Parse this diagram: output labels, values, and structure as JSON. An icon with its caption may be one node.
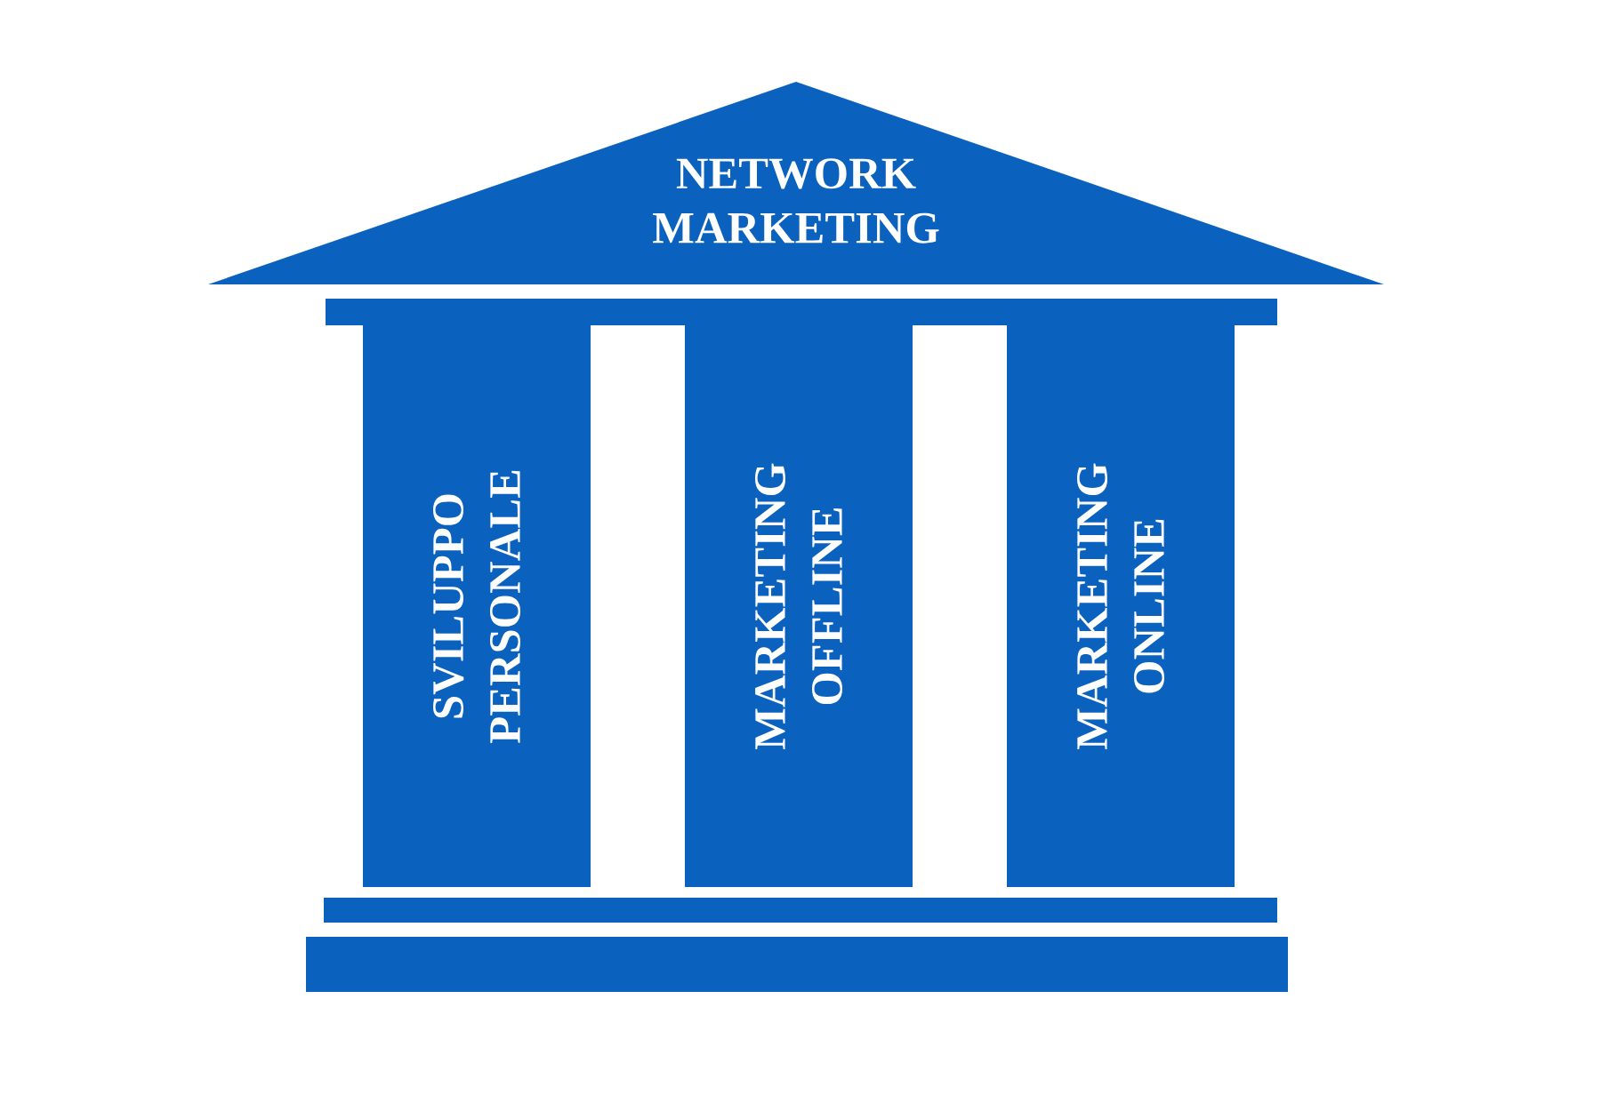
{
  "diagram": {
    "nodes": [
      {
        "text": [
          "NETWORK MARKETING"
        ]
      },
      {
        "text": [],
        "shape": "bar"
      },
      {
        "text": [
          "SVILUPPO PERSONALE"
        ]
      },
      {
        "text": [
          "MARKETING OFFLINE"
        ]
      },
      {
        "text": [
          "MARKETING ONLINE"
        ]
      },
      {
        "text": [],
        "shape": "bar"
      },
      {
        "text": [],
        "shape": "bar"
      }
    ]
  }
}
